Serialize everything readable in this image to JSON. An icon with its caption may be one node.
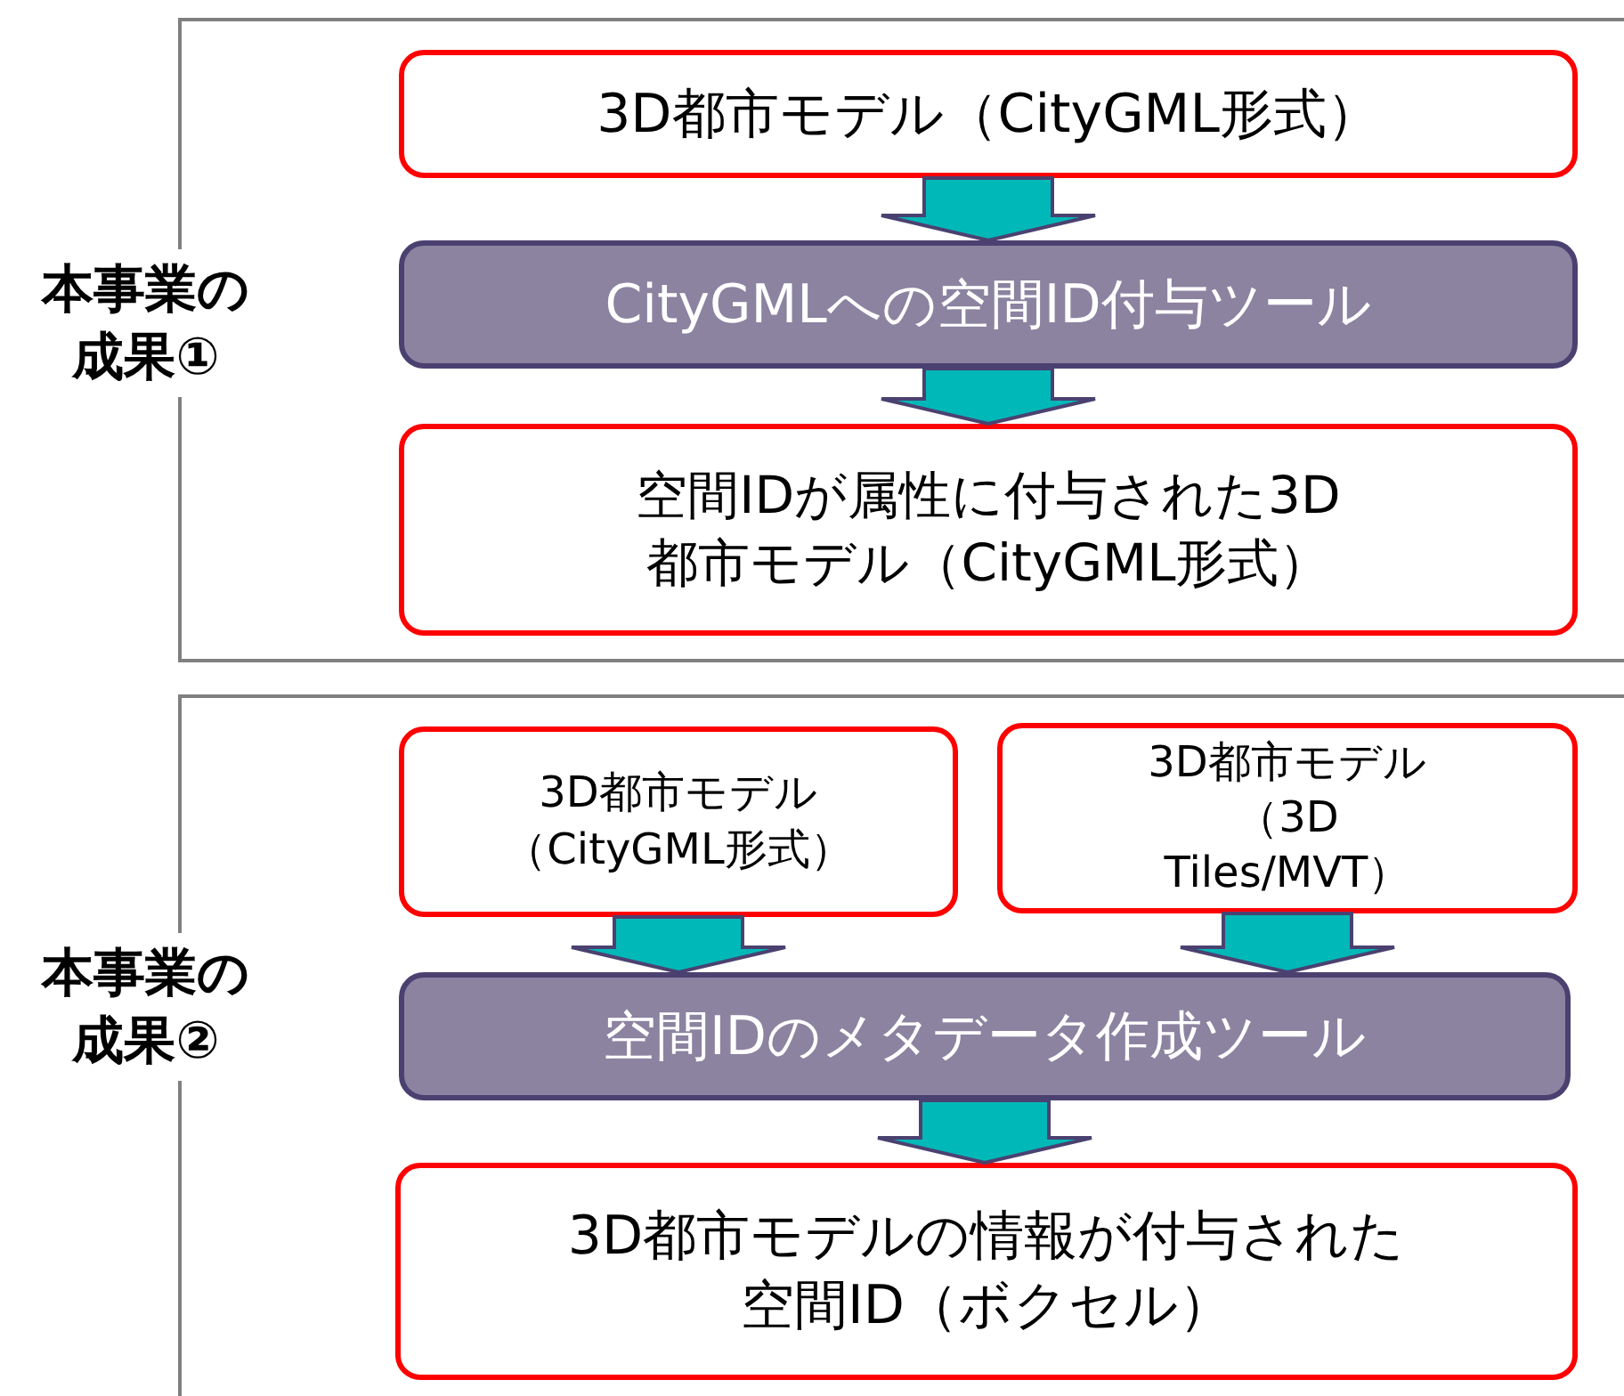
{
  "diagram": {
    "nodes": [
      {
        "text": [
          "本事業の成果①"
        ]
      },
      {
        "text": [
          "3D都市モデル（CityGML形式）"
        ],
        "in": 0
      },
      {
        "text": [
          "CityGMLへの空間ID付与ツール"
        ],
        "in": 0
      },
      {
        "text": [
          "空間IDが属性に付与された3D都市モデル（CityGML形式）"
        ],
        "in": 0
      },
      {
        "text": [
          "本事業の成果②"
        ]
      },
      {
        "text": [
          "3D都市モデル（CityGML形式）"
        ],
        "in": 4
      },
      {
        "text": [
          "3D都市モデル（3D Tiles/MVT）"
        ],
        "in": 4
      },
      {
        "text": [
          "空間IDのメタデータ作成ツール"
        ],
        "in": 4
      },
      {
        "text": [
          "3D都市モデルの情報が付与された空間ID（ボクセル）"
        ],
        "in": 4
      }
    ],
    "edges": [
      {
        "from": 1,
        "to": 2,
        "arrow": "to"
      },
      {
        "from": 2,
        "to": 3,
        "arrow": "to"
      },
      {
        "from": 5,
        "to": 7,
        "arrow": "to"
      },
      {
        "from": 6,
        "to": 7,
        "arrow": "to"
      },
      {
        "from": 7,
        "to": 8,
        "arrow": "to"
      }
    ]
  }
}
